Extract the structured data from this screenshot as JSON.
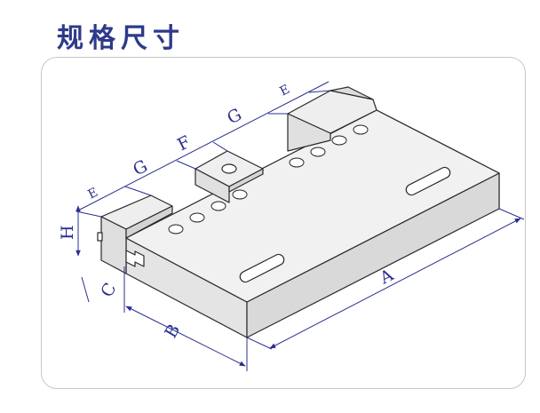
{
  "title": "规格尺寸",
  "colors": {
    "title": "#2e3a8a",
    "dimension": "#2b2f8f",
    "outline": "#2a2a2a",
    "face_top": "#efefef",
    "face_front": "#e3e3e3",
    "face_side": "#d8d8d8"
  },
  "dimensions": {
    "top_segments": [
      "E",
      "G",
      "F",
      "G",
      "E"
    ],
    "height_upper": "H",
    "height_lower": "C",
    "width": "B",
    "length": "A"
  }
}
